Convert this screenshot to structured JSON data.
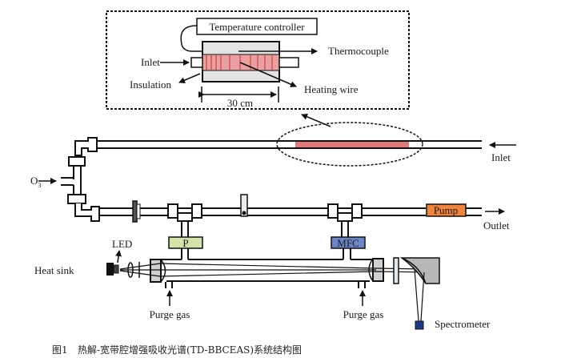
{
  "inset": {
    "temperature_controller": "Temperature controller",
    "thermocouple": "Thermocouple",
    "inlet": "Inlet",
    "insulation": "Insulation",
    "heating_wire": "Heating wire",
    "length": "30 cm"
  },
  "main": {
    "o3": "O",
    "o3_sub": "3",
    "inlet": "Inlet",
    "outlet": "Outlet",
    "pump": "Pump",
    "pressure": "P",
    "mfc": "MFC",
    "led": "LED",
    "heat_sink": "Heat sink",
    "purge_gas_left": "Purge gas",
    "purge_gas_right": "Purge gas",
    "spectrometer": "Spectrometer"
  },
  "caption": {
    "figure_no": "图1",
    "text": "热解-宽带腔增强吸收光谱(TD-BBCEAS)系统结构图"
  },
  "colors": {
    "heater": "#e07a7a",
    "heater_inset": "#e8a0a0",
    "pump": "#f0843c",
    "pressure": "#d4e4a8",
    "mfc": "#6b86c8",
    "spectrometer": "#1a3a8a",
    "insulation": "#e4e4e4",
    "grey_block": "#b8b8b8"
  }
}
